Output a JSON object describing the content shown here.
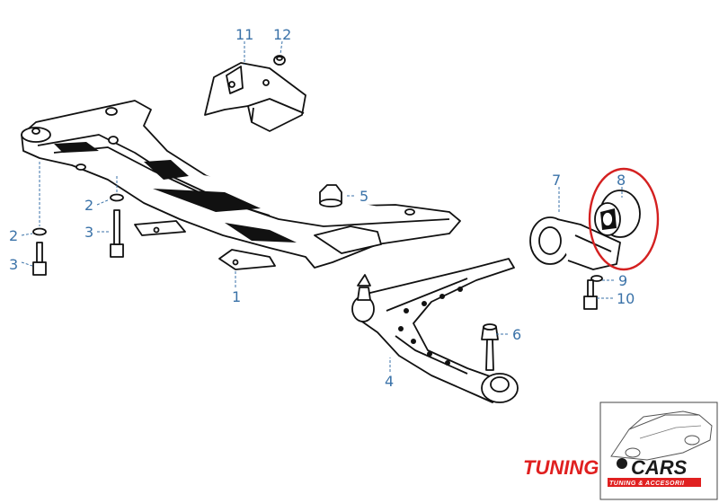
{
  "diagram": {
    "callouts": [
      {
        "id": "1",
        "text": "1"
      },
      {
        "id": "2a",
        "text": "2"
      },
      {
        "id": "2b",
        "text": "2"
      },
      {
        "id": "3a",
        "text": "3"
      },
      {
        "id": "3b",
        "text": "3"
      },
      {
        "id": "4",
        "text": "4"
      },
      {
        "id": "5",
        "text": "5"
      },
      {
        "id": "6",
        "text": "6"
      },
      {
        "id": "7",
        "text": "7"
      },
      {
        "id": "8",
        "text": "8"
      },
      {
        "id": "9",
        "text": "9"
      },
      {
        "id": "10",
        "text": "10"
      },
      {
        "id": "11",
        "text": "11"
      },
      {
        "id": "12",
        "text": "12"
      }
    ],
    "highlight_color": "#d42020",
    "callout_color": "#3a72a8"
  },
  "logo": {
    "word_left": "TUNING",
    "word_right": "CARS",
    "tagline": "TUNING & ACCESORII",
    "red": "#e02020",
    "dark": "#1a1a1a"
  }
}
